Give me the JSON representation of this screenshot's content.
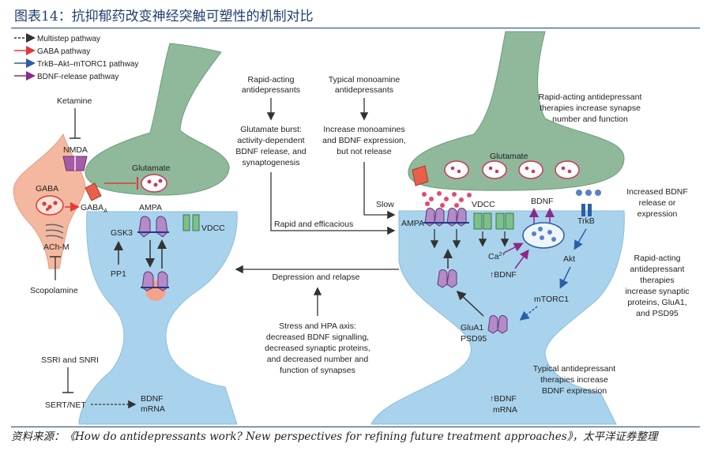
{
  "title": "图表14：抗抑郁药改变神经突触可塑性的机制对比",
  "source": "资料来源：《How do antidepressants work? New perspectives for refining future treatment approaches》，太平洋证券整理",
  "legend": [
    {
      "label": "Multistep pathway",
      "color": "#333333"
    },
    {
      "label": "GABA pathway",
      "color": "#e03a3a"
    },
    {
      "label": "TrkB–Akt–mTORC1 pathway",
      "color": "#2a5ea8"
    },
    {
      "label": "BDNF-release pathway",
      "color": "#8b2a8b"
    }
  ],
  "left": {
    "ketamine": "Ketamine",
    "nmda": "NMDA",
    "gaba": "GABA",
    "gabaa": "GABA",
    "gabaa_sub": "A",
    "achm": "ACh-M",
    "scopolamine": "Scopolamine",
    "glutamate": "Glutamate",
    "ampa": "AMPA",
    "vdcc": "VDCC",
    "gsk3": "GSK3",
    "pp1": "PP1",
    "ssri": "SSRI and SNRI",
    "sertnet": "SERT/NET",
    "bdnf_mrna_1": "BDNF",
    "bdnf_mrna_2": "mRNA"
  },
  "center": {
    "rapid_1": "Rapid-acting",
    "rapid_2": "antidepressants",
    "typical_1": "Typical monoamine",
    "typical_2": "antidepressants",
    "burst": [
      "Glutamate burst:",
      "activity-dependent",
      "BDNF release, and",
      "synaptogenesis"
    ],
    "increase": [
      "Increase monoamines",
      "and BDNF expression,",
      "but not release"
    ],
    "slow": "Slow",
    "rapid_efficacious": "Rapid and efficacious",
    "depression": "Depression and relapse",
    "stress": [
      "Stress and HPA axis:",
      "decreased BDNF signalling,",
      "decreased synaptic proteins,",
      "and decreased number and",
      "function of synapses"
    ]
  },
  "right": {
    "glutamate": "Glutamate",
    "ampa": "AMPA",
    "vdcc": "VDCC",
    "bdnf": "BDNF",
    "trkb": "TrkB",
    "ca": "Ca",
    "ca_sup": "2+",
    "up_bdnf": "↑BDNF",
    "akt": "Akt",
    "mtorc1": "mTORC1",
    "glua1": "GluA1",
    "psd95": "PSD95",
    "up_bdnf_mrna_1": "↑BDNF",
    "up_bdnf_mrna_2": "mRNA",
    "note_synapse": [
      "Rapid-acting antidepressant",
      "therapies increase synapse",
      "number and function"
    ],
    "note_bdnf": [
      "Increased BDNF",
      "release or",
      "expression"
    ],
    "note_proteins": [
      "Rapid-acting",
      "antidepressant",
      "therapies",
      "increase synaptic",
      "proteins, GluA1,",
      "and PSD95"
    ],
    "note_typical": [
      "Typical antidepressant",
      "therapies increase",
      "BDNF expression"
    ]
  },
  "colors": {
    "title": "#1f3f73",
    "presynaptic": "#8fb99a",
    "postsynaptic": "#a9d3ec",
    "interneuron": "#f4b8a0",
    "gaba_red": "#e03a3a",
    "trkb_blue": "#2a5ea8",
    "bdnf_purple": "#8b2a8b"
  }
}
